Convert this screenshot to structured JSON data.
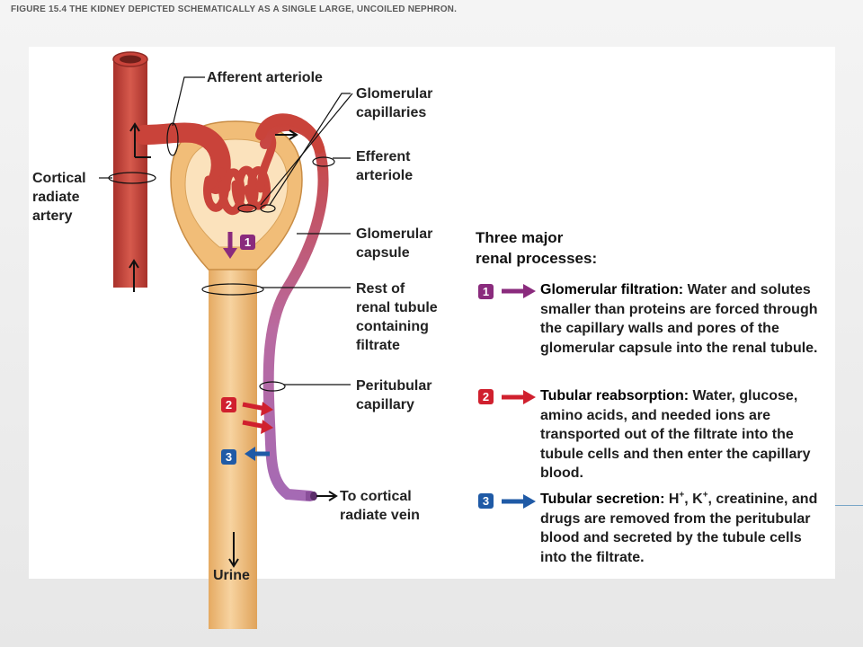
{
  "caption": "FIGURE 15.4 THE KIDNEY DEPICTED SCHEMATICALLY AS A SINGLE LARGE, UNCOILED NEPHRON.",
  "labels": {
    "afferent_arteriole": "Afferent arteriole",
    "glomerular_capillaries": [
      "Glomerular",
      "capillaries"
    ],
    "efferent_arteriole": [
      "Efferent",
      "arteriole"
    ],
    "cortical_radiate_artery": [
      "Cortical",
      "radiate",
      "artery"
    ],
    "glomerular_capsule": [
      "Glomerular",
      "capsule"
    ],
    "rest_of_renal_tubule": [
      "Rest of",
      "renal tubule",
      "containing",
      "filtrate"
    ],
    "peritubular_capillary": [
      "Peritubular",
      "capillary"
    ],
    "to_cortical_radiate_vein": [
      "To cortical",
      "radiate vein"
    ],
    "urine": "Urine"
  },
  "badges": {
    "one": "1",
    "two": "2",
    "three": "3"
  },
  "processes": {
    "title": [
      "Three major",
      "renal processes:"
    ],
    "items": [
      {
        "num": "1",
        "head": "Glomerular filtration:",
        "text": " Water and solutes smaller than proteins are forced through the capillary walls and pores of the glomerular capsule into the renal tubule."
      },
      {
        "num": "2",
        "head": "Tubular reabsorption:",
        "text": " Water, glucose, amino acids, and needed ions are transported out of the filtrate into the tubule cells and then enter the capillary blood."
      },
      {
        "num": "3",
        "head": "Tubular secretion:",
        "text_a": " H",
        "sup_a": "+",
        "text_b": ", K",
        "sup_b": "+",
        "text_c": ", creatinine, and drugs are removed from the peritubular blood and secreted by the tubule cells into the filtrate."
      }
    ]
  },
  "colors": {
    "artery": "#c9433a",
    "artery_dark": "#8f2a24",
    "tubule": "#f2c27e",
    "tubule_dark": "#d89a4e",
    "vein": "#a466b8",
    "filtration": "#8a2b7d",
    "reabsorption": "#d0202e",
    "secretion": "#1f5aa6"
  }
}
